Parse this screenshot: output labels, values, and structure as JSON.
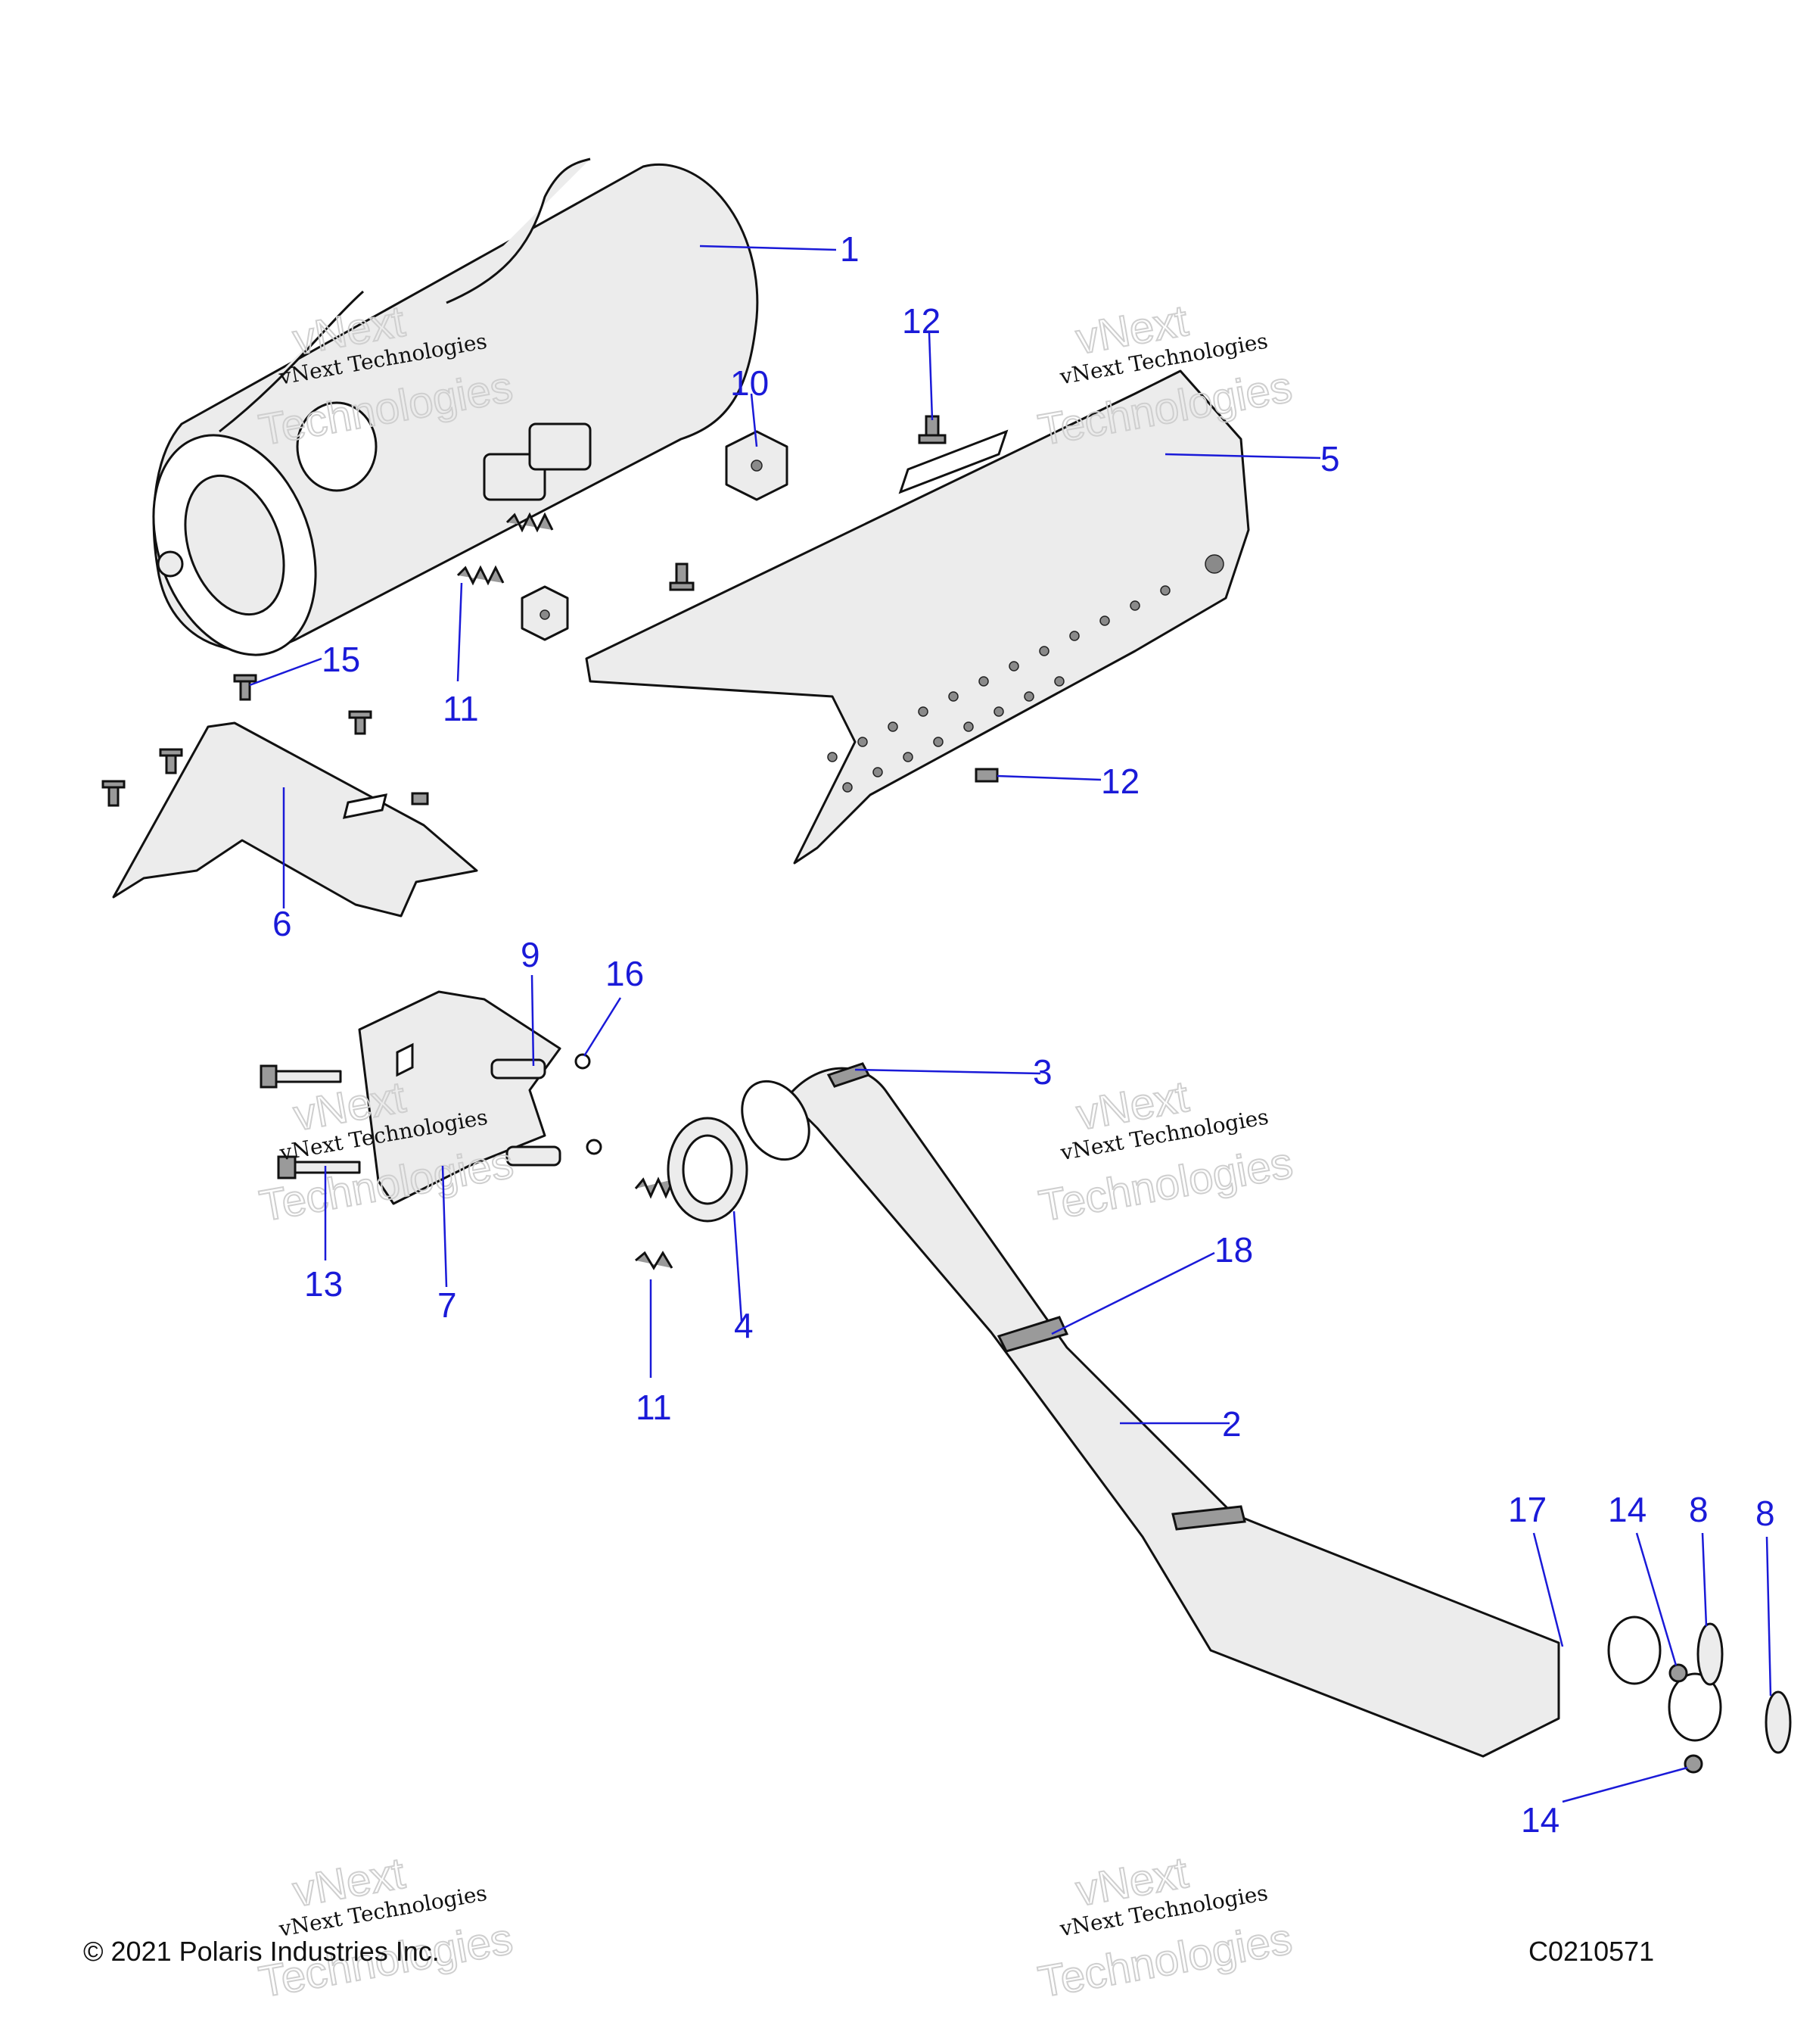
{
  "callouts": {
    "c1": "1",
    "c2": "2",
    "c3": "3",
    "c4": "4",
    "c5": "5",
    "c6": "6",
    "c7": "7",
    "c8a": "8",
    "c8b": "8",
    "c9": "9",
    "c10": "10",
    "c11a": "11",
    "c11b": "11",
    "c12a": "12",
    "c12b": "12",
    "c13": "13",
    "c14a": "14",
    "c14b": "14",
    "c15": "15",
    "c16": "16",
    "c17": "17",
    "c18": "18"
  },
  "watermark": {
    "line1": "vNext Technologies",
    "line2": "vNext",
    "line3": "Technologies"
  },
  "footer": {
    "copyright": "© 2021 Polaris Industries Inc.",
    "drawing_code": "C0210571"
  },
  "colors": {
    "callout": "#1a1ad8",
    "outline": "#111111",
    "shade": "#9a9a9a"
  }
}
